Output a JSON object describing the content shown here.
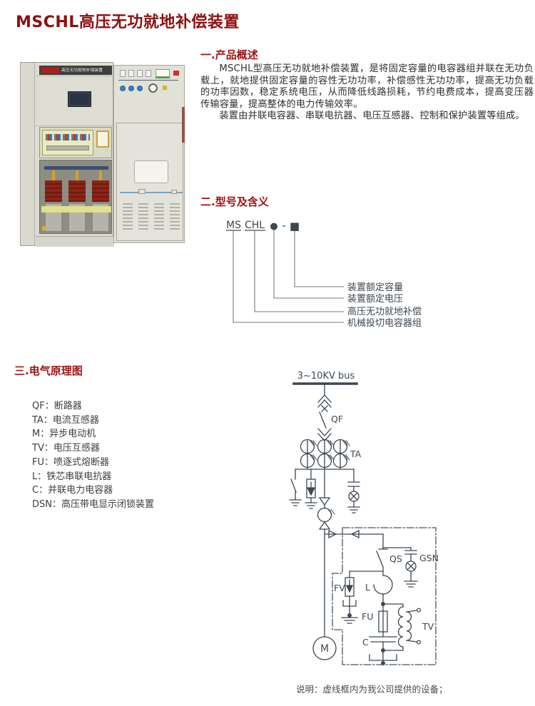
{
  "title": "MSCHL高压无功就地补偿装置",
  "photo": {
    "nameplate": "高压无功就地补偿装置"
  },
  "sections": {
    "overview": {
      "heading": "一.产品概述",
      "para1": "MSCHL型高压无功就地补偿装置，是将固定容量的电容器组并联在无功负载上，就地提供固定容量的容性无功功率，补偿感性无功功率，提高无功负载的功率因数，稳定系统电压，从而降低线路损耗，节约电费成本，提高变压器传输容量，提高整体的电力传输效率。",
      "para2": "装置由并联电容器、串联电抗器、电压互感器、控制和保护装置等组成。"
    },
    "model": {
      "heading": "二.型号及含义",
      "code_ms": "MS",
      "code_chl": "CHL",
      "dot_symbol": "●",
      "sep": "-",
      "square_symbol": "■",
      "labels": [
        "装置额定容量",
        "装置额定电压",
        "高压无功就地补偿",
        "机械投切电容器组"
      ]
    },
    "schematic": {
      "heading": "三.电气原理图",
      "legend": [
        "QF：断路器",
        "TA：电流互感器",
        "M：异步电动机",
        "TV：电压互感器",
        "FU：喷逐式熔断器",
        "L：铁芯串联电抗器",
        "C：并联电力电容器",
        "DSN：高压带电显示闭锁装置"
      ],
      "diagram": {
        "bus": "3~10KV bus",
        "qf": "QF",
        "ta": "TA",
        "qs": "QS",
        "gsn": "GSN",
        "fv": "FV",
        "l": "L",
        "fu": "FU",
        "c": "C",
        "tv": "TV",
        "m": "M"
      },
      "note": "说明：虚线框内为我公司提供的设备；"
    }
  },
  "colors": {
    "title_red": "#8e0f0f",
    "heading_red": "#9e1212",
    "diagram_line": "#3d4750"
  }
}
